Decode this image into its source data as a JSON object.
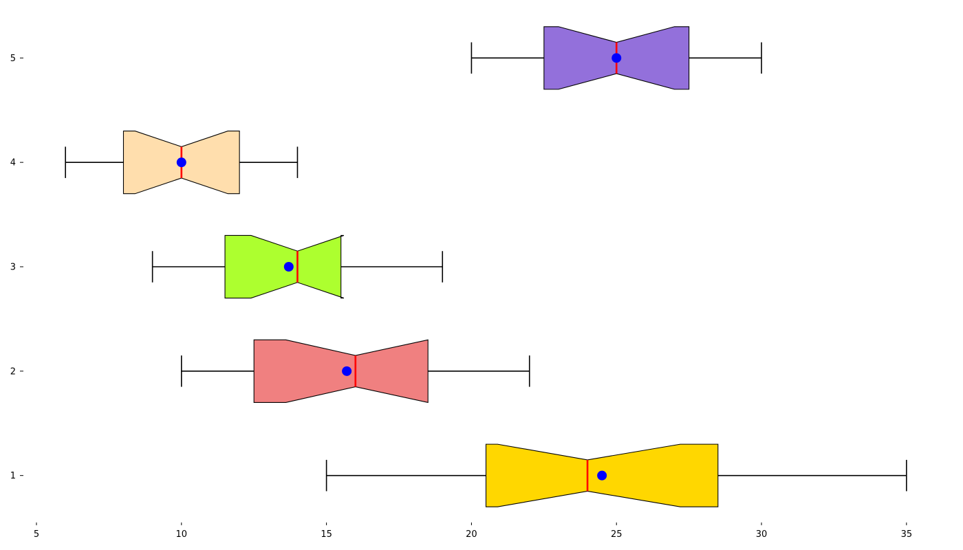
{
  "chart_data": {
    "type": "boxplot",
    "orientation": "horizontal",
    "notched": true,
    "title": "",
    "xlabel": "",
    "ylabel": "",
    "xlim": [
      5,
      36
    ],
    "ylim": [
      0.55,
      5.45
    ],
    "x_ticks": [
      5,
      10,
      15,
      20,
      25,
      30,
      35
    ],
    "y_ticks": [
      1,
      2,
      3,
      4,
      5
    ],
    "grid": false,
    "median_color": "#ff0000",
    "mean_marker_color": "#0000ff",
    "edge_color": "#000000",
    "boxes": [
      {
        "position": 1,
        "whisker_low": 15,
        "q1": 20.5,
        "notch_low": 20.9,
        "median": 24,
        "notch_high": 27.2,
        "q3": 28.5,
        "whisker_high": 35,
        "mean": 24.5,
        "color": "#ffd700"
      },
      {
        "position": 2,
        "whisker_low": 10,
        "q1": 12.5,
        "notch_low": 13.6,
        "median": 16,
        "notch_high": 18.5,
        "q3": 18.5,
        "whisker_high": 22,
        "mean": 15.7,
        "color": "#f08080"
      },
      {
        "position": 3,
        "whisker_low": 9,
        "q1": 11.5,
        "notch_low": 12.4,
        "median": 14,
        "notch_high": 15.6,
        "q3": 15.5,
        "whisker_high": 19,
        "mean": 13.7,
        "color": "#adff2f"
      },
      {
        "position": 4,
        "whisker_low": 6,
        "q1": 8,
        "notch_low": 8.4,
        "median": 10,
        "notch_high": 11.6,
        "q3": 12,
        "whisker_high": 14,
        "mean": 10,
        "color": "#ffdead"
      },
      {
        "position": 5,
        "whisker_low": 20,
        "q1": 22.5,
        "notch_low": 23,
        "median": 25,
        "notch_high": 27,
        "q3": 27.5,
        "whisker_high": 30,
        "mean": 25,
        "color": "#9370db"
      }
    ]
  }
}
